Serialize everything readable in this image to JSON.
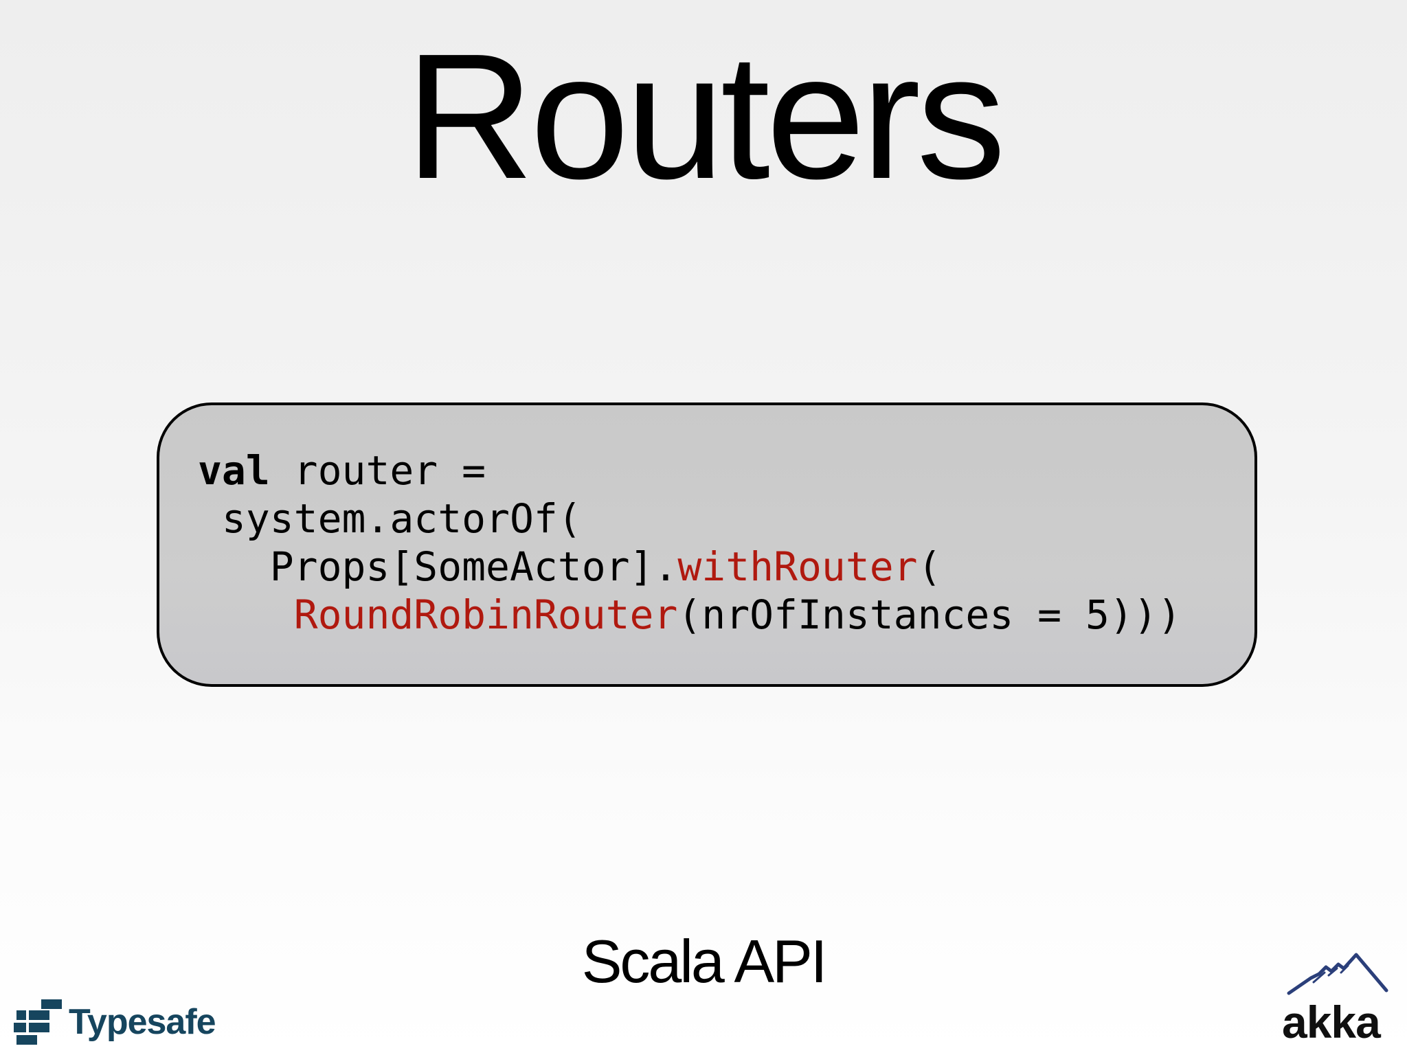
{
  "slide": {
    "title": "Routers",
    "subtitle": "Scala API"
  },
  "code": {
    "line1_keyword": "val",
    "line1_rest": " router =",
    "line2": " system.actorOf(",
    "line3_indent": "   Props[SomeActor].",
    "line3_highlight": "withRouter",
    "line3_rest": "(",
    "line4_indent": "    ",
    "line4_highlight": "RoundRobinRouter",
    "line4_rest": "(nrOfInstances = 5)))"
  },
  "colors": {
    "code_highlight": "#b0190f",
    "code_box_fill": "#cacaca",
    "typesafe_brand": "#16455e",
    "akka_mountain": "#2b3f7a"
  },
  "logos": {
    "left_text": "Typesafe",
    "left_icon": "typesafe-logo-icon",
    "right_text": "akka",
    "right_icon": "akka-mountain-icon"
  }
}
